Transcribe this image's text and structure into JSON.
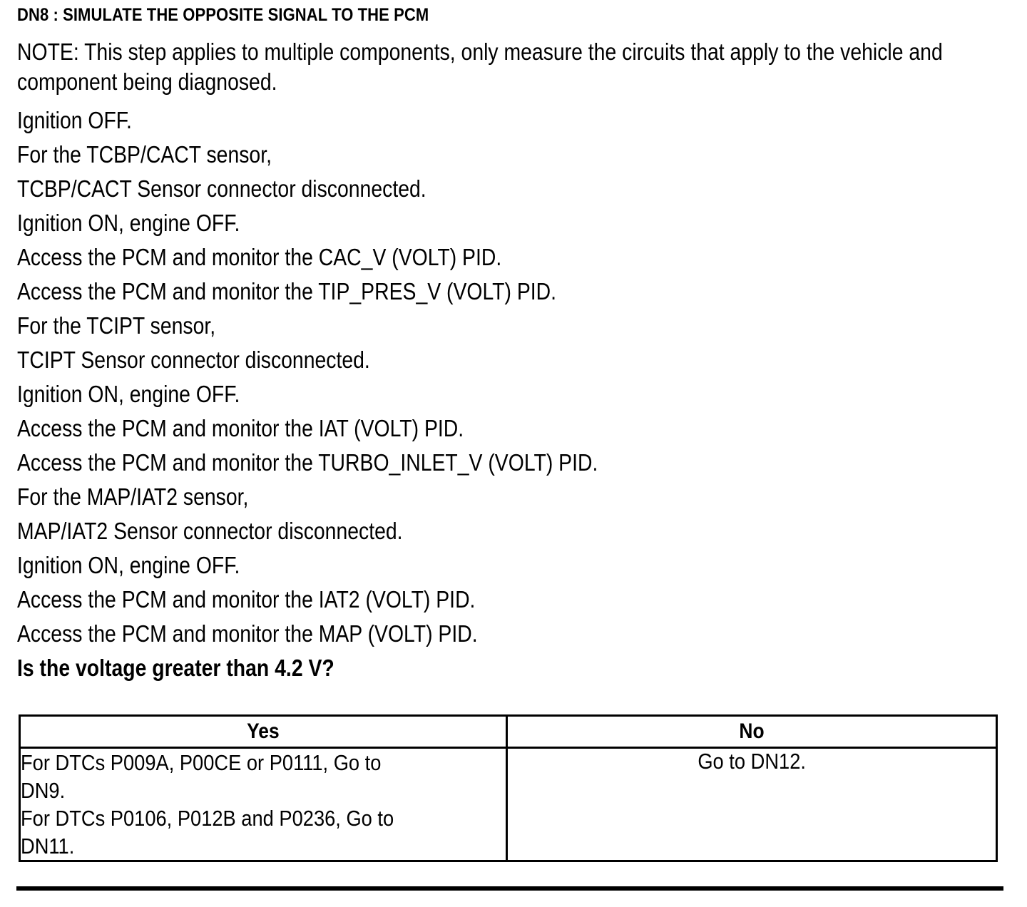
{
  "document": {
    "step_title": "DN8 : SIMULATE THE OPPOSITE SIGNAL TO THE PCM",
    "note": "NOTE: This step applies to multiple components, only measure the circuits that apply to the vehicle and component being diagnosed.",
    "instructions": [
      "Ignition OFF.",
      "For the TCBP/CACT sensor,",
      "TCBP/CACT Sensor connector disconnected.",
      "Ignition ON, engine OFF.",
      "Access the PCM and monitor the  CAC_V (VOLT) PID.",
      "Access the PCM and monitor the  TIP_PRES_V (VOLT) PID.",
      "For the TCIPT sensor,",
      "TCIPT Sensor connector disconnected.",
      "Ignition ON, engine OFF.",
      "Access the PCM and monitor the  IAT (VOLT) PID.",
      "Access the PCM and monitor the  TURBO_INLET_V (VOLT) PID.",
      "For the MAP/IAT2 sensor,",
      "MAP/IAT2 Sensor connector disconnected.",
      "Ignition ON, engine OFF.",
      "Access the PCM and monitor the  IAT2 (VOLT) PID.",
      "Access the PCM and monitor the  MAP (VOLT) PID."
    ],
    "question": "Is the voltage greater than 4.2 V?"
  },
  "result_table": {
    "headers": {
      "yes": "Yes",
      "no": "No"
    },
    "yes_lines": [
      "For DTCs P009A, P00CE or P0111, Go to",
      "DN9.",
      "For DTCs P0106, P012B and P0236, Go to",
      "DN11."
    ],
    "no_text": "Go to DN12."
  }
}
